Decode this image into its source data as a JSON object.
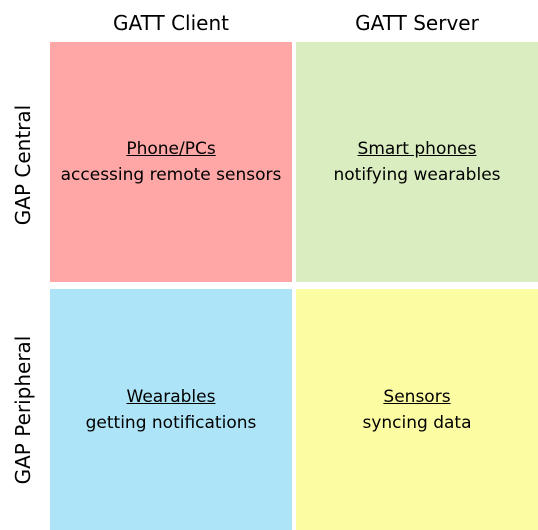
{
  "columns": {
    "client": "GATT Client",
    "server": "GATT Server"
  },
  "rows": {
    "central": "GAP Central",
    "peripheral": "GAP Peripheral"
  },
  "cells": {
    "central_client": {
      "title": "Phone/PCs",
      "text": "accessing remote sensors",
      "color": "#ffa6a6"
    },
    "central_server": {
      "title": "Smart phones",
      "text": "notifying wearables",
      "color": "#d9edc0"
    },
    "peripheral_client": {
      "title": "Wearables",
      "text": "getting notifications",
      "color": "#ade4f7"
    },
    "peripheral_server": {
      "title": "Sensors",
      "text": "syncing data",
      "color": "#fcfca2"
    }
  }
}
